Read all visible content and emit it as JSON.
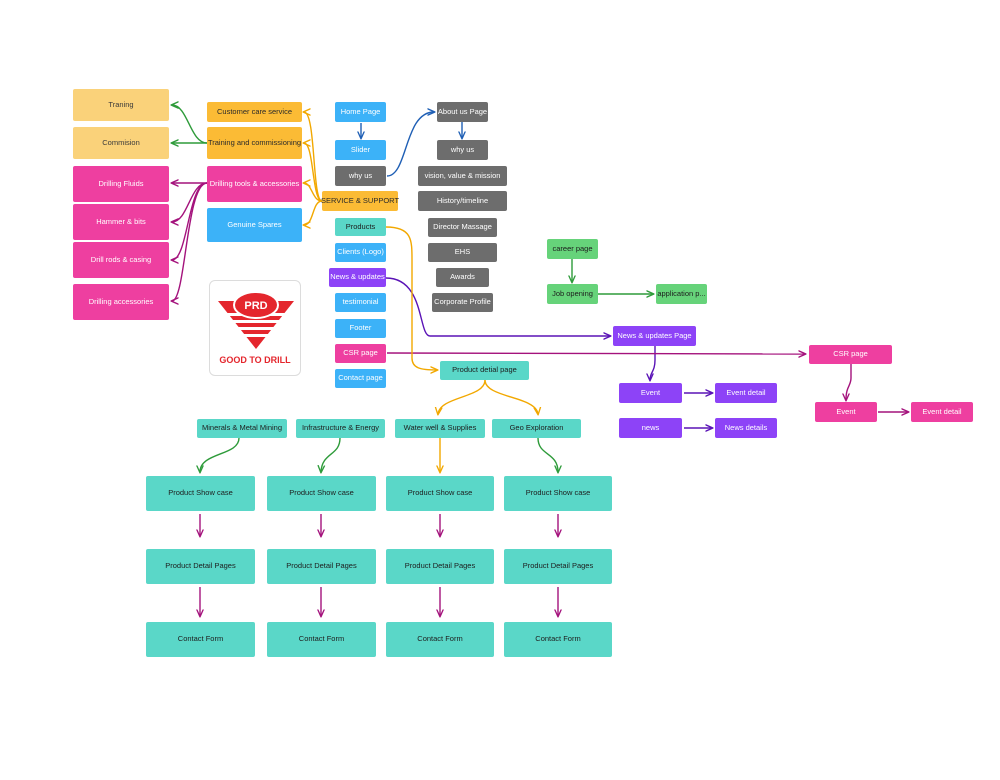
{
  "logo": {
    "name": "PRD",
    "tagline": "GOOD TO DRILL",
    "brand_color": "#e4262d"
  },
  "colors": {
    "yellow": "#fad27a",
    "magenta": "#ee3fa0",
    "orange": "#fbbb35",
    "blue": "#3cb2f8",
    "gray": "#6d6d6d",
    "teal": "#5ad7c8",
    "purple": "#8d43f7",
    "green": "#66d37a",
    "arrow_green": "#2e9b3a",
    "arrow_magenta": "#a4127c",
    "arrow_orange": "#f2a800",
    "arrow_blue": "#1f5fb5",
    "arrow_purple": "#5a13b6"
  },
  "nodes": {
    "traning": "Traning",
    "commision": "Commision",
    "drilling_fluids": "Drilling Fluids",
    "hammer_bits": "Hammer & bits",
    "drill_rods": "Drill rods & casing",
    "drilling_accessories": "Drilling accessories",
    "customer_care": "Customer care service",
    "training_commissioning": "Training and commissioning",
    "drilling_tools": "Drilling tools & accessories",
    "genuine_spares": "Genuine Spares",
    "home_page": "Home Page",
    "slider": "Slider",
    "why_us_home": "why us",
    "service_support": "SERVICE & SUPPORT",
    "products": "Products",
    "clients": "Clients (Logo)",
    "news_updates": "News & updates",
    "testimonial": "testimonial",
    "footer": "Footer",
    "csr_page_home": "CSR page",
    "contact_page": "Contact page",
    "about_us": "About us Page",
    "why_us_about": "why us",
    "vision": "vision, value & mission",
    "history": "History/timeline",
    "director": "Director Massage",
    "ehs": "EHS",
    "awards": "Awards",
    "corporate_profile": "Corporate Profile",
    "career_page": "career page",
    "job_opening": "Job opening",
    "application": "application p...",
    "news_updates_page": "News & updates Page",
    "event": "Event",
    "event_detail": "Event detail",
    "news": "news",
    "news_details": "News details",
    "csr_page": "CSR page",
    "csr_event": "Event",
    "csr_event_detail": "Event detail",
    "product_detail_page": "Product detial page",
    "minerals": "Minerals & Metal Mining",
    "infrastructure": "Infrastructure & Energy",
    "water_well": "Water well & Supplies",
    "geo": "Geo Exploration",
    "show_case_1": "Product Show case",
    "show_case_2": "Product Show case",
    "show_case_3": "Product Show case",
    "show_case_4": "Product Show case",
    "detail_pages_1": "Product Detail Pages",
    "detail_pages_2": "Product Detail Pages",
    "detail_pages_3": "Product Detail Pages",
    "detail_pages_4": "Product Detail Pages",
    "contact_form_1": "Contact Form",
    "contact_form_2": "Contact Form",
    "contact_form_3": "Contact Form",
    "contact_form_4": "Contact Form"
  }
}
